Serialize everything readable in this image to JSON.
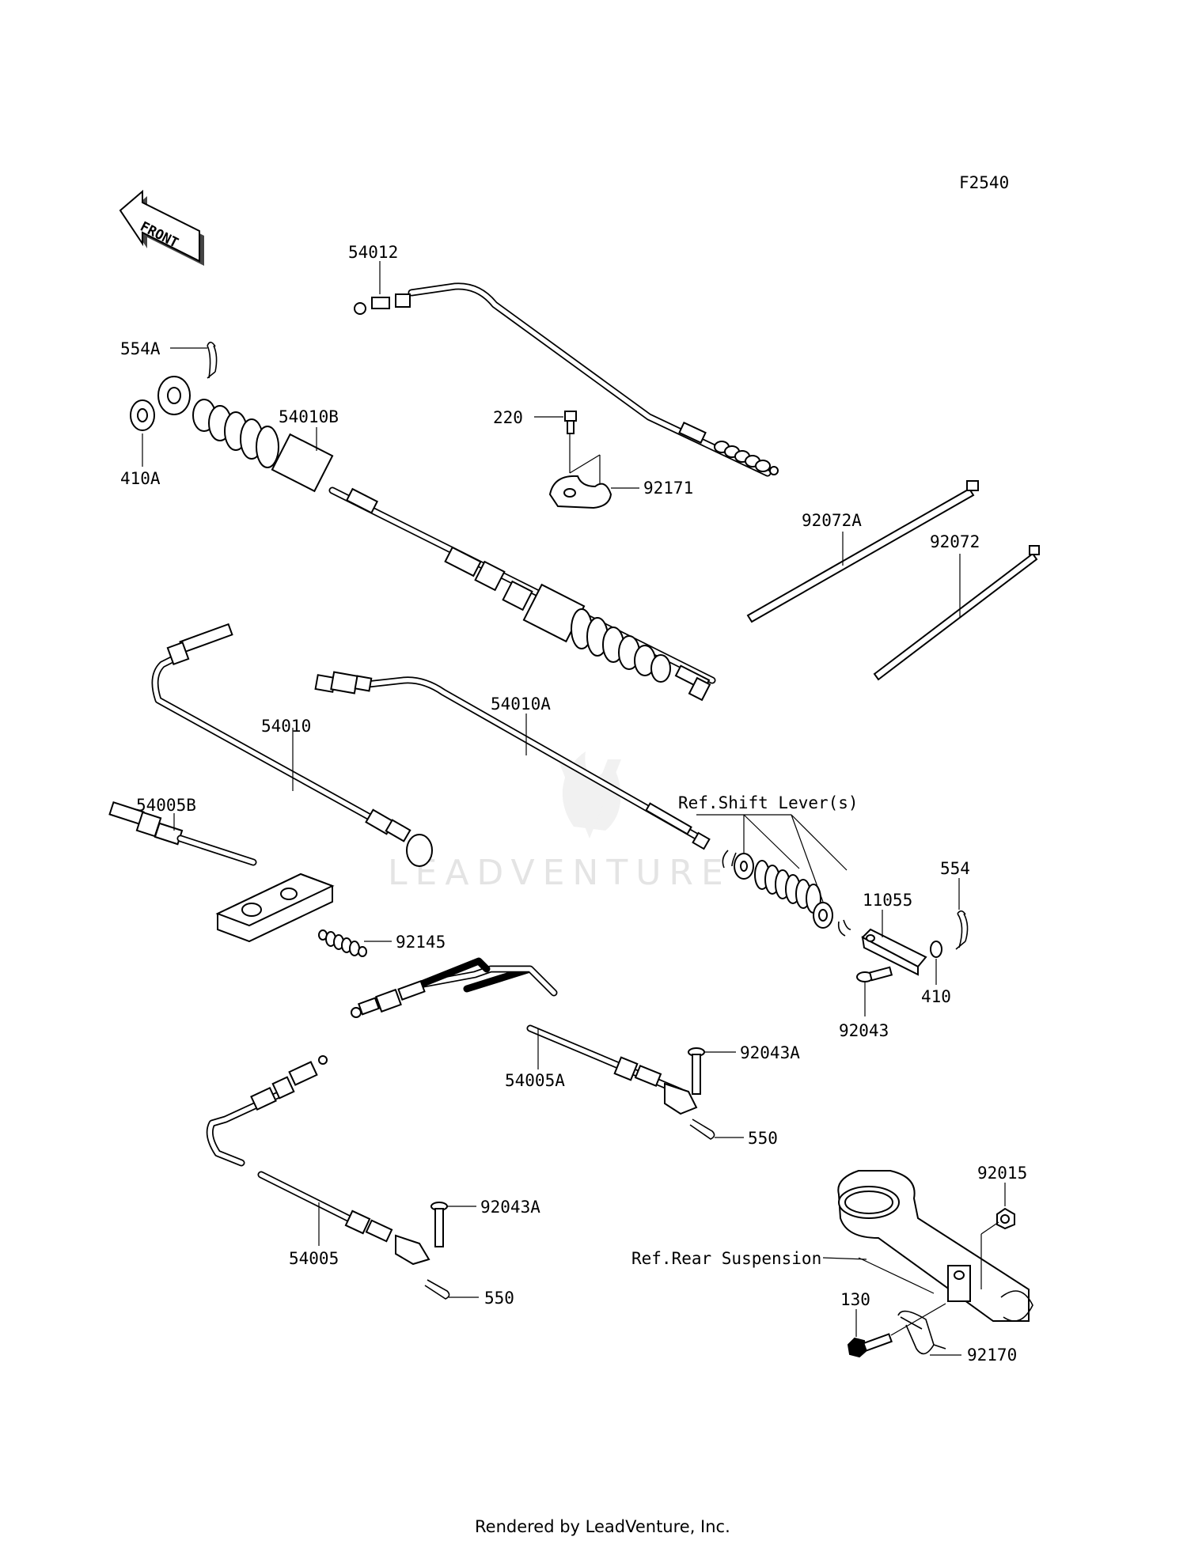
{
  "diagram_code": "F2540",
  "front_label": "FRONT",
  "watermark": "LEADVENTURE",
  "footer": "Rendered by LeadVenture, Inc.",
  "callouts": {
    "p54012": "54012",
    "p554A": "554A",
    "p410A": "410A",
    "p54010B": "54010B",
    "p220": "220",
    "p92171": "92171",
    "p92072A": "92072A",
    "p92072": "92072",
    "p54010": "54010",
    "p54010A": "54010A",
    "p54005B": "54005B",
    "refShift": "Ref.Shift Lever(s)",
    "p554": "554",
    "p11055": "11055",
    "p92145": "92145",
    "p410": "410",
    "p92043": "92043",
    "p92043A_1": "92043A",
    "p54005A": "54005A",
    "p550_1": "550",
    "p92015": "92015",
    "p92043A_2": "92043A",
    "p54005": "54005",
    "refRear": "Ref.Rear Suspension",
    "p550_2": "550",
    "p130": "130",
    "p92170": "92170"
  }
}
